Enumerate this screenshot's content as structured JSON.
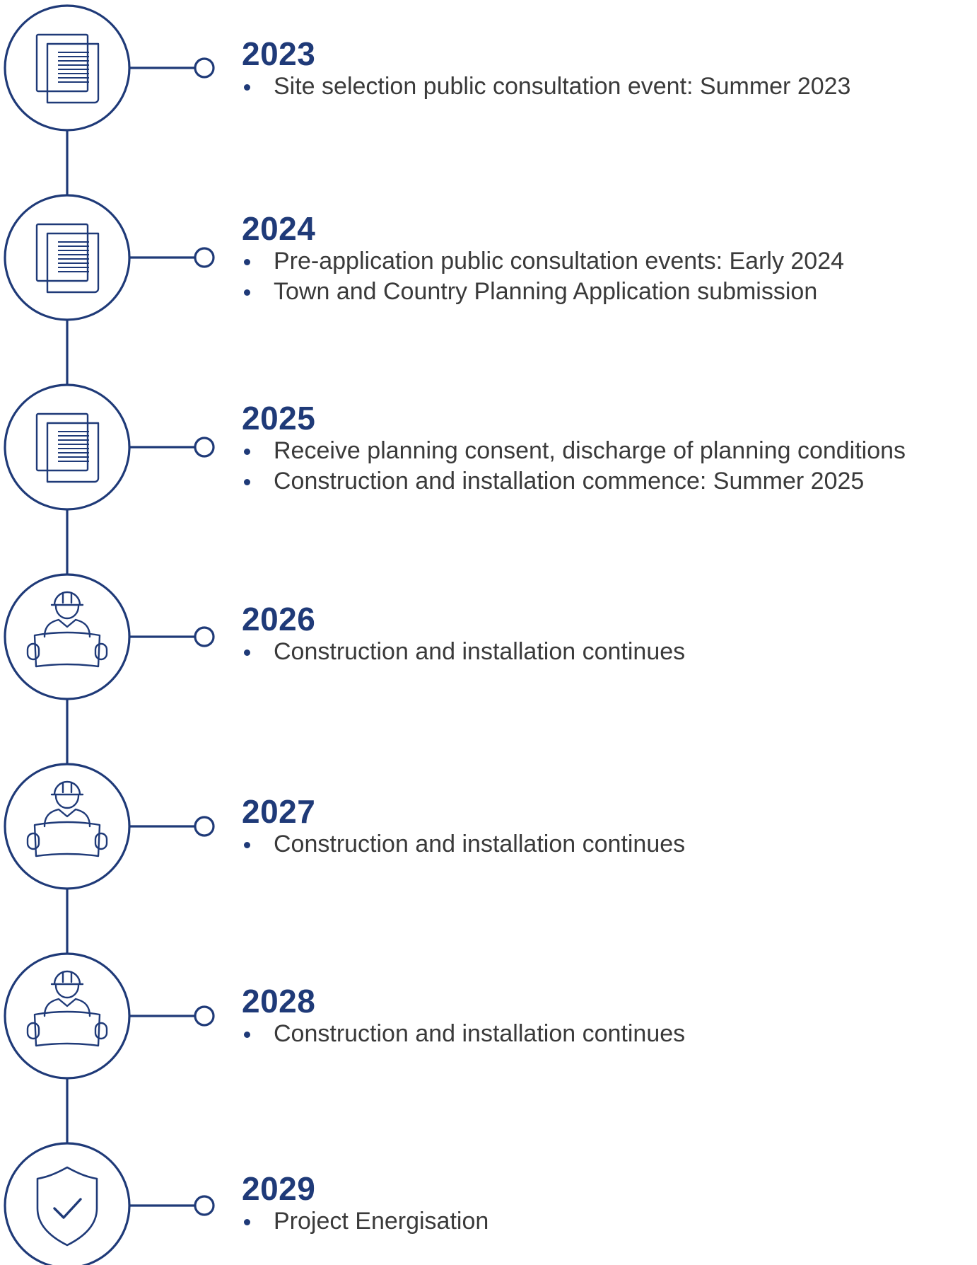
{
  "theme": {
    "accent": "#1f3a78",
    "text": "#3a3a3a",
    "background": "#ffffff"
  },
  "milestones": [
    {
      "year": "2023",
      "icon": "documents-icon",
      "items": [
        "Site selection public consultation event: Summer 2023"
      ]
    },
    {
      "year": "2024",
      "icon": "documents-icon",
      "items": [
        "Pre-application public consultation events: Early 2024",
        "Town and Country Planning Application submission"
      ]
    },
    {
      "year": "2025",
      "icon": "documents-icon",
      "items": [
        "Receive planning consent, discharge of planning conditions",
        "Construction and installation commence: Summer 2025"
      ]
    },
    {
      "year": "2026",
      "icon": "construction-worker-icon",
      "items": [
        "Construction and installation continues"
      ]
    },
    {
      "year": "2027",
      "icon": "construction-worker-icon",
      "items": [
        "Construction and installation continues"
      ]
    },
    {
      "year": "2028",
      "icon": "construction-worker-icon",
      "items": [
        "Construction and installation continues"
      ]
    },
    {
      "year": "2029",
      "icon": "shield-check-icon",
      "items": [
        "Project Energisation"
      ]
    }
  ]
}
